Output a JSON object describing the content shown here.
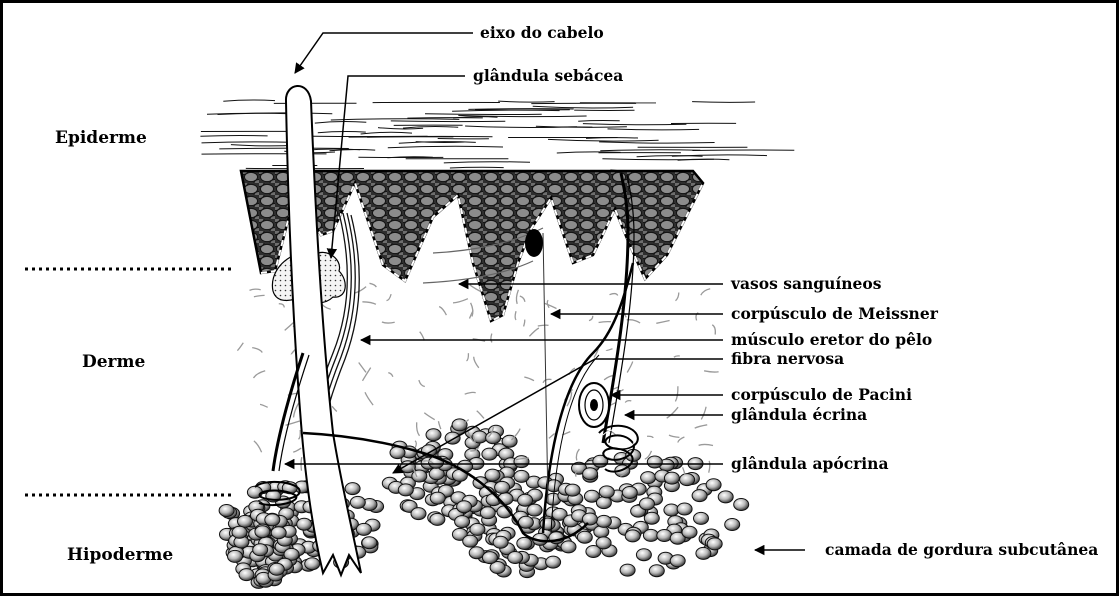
{
  "layers": {
    "epiderme": "Epiderme",
    "derme": "Derme",
    "hipoderme": "Hipoderme"
  },
  "callouts": {
    "eixo_do_cabelo": "eixo do cabelo",
    "glandula_sebacea": "glândula sebácea",
    "vasos_sanguineos": "vasos sanguíneos",
    "corpusculo_meissner": "corpúsculo de Meissner",
    "musculo_eretor": "músculo eretor do pêlo",
    "fibra_nervosa": "fibra nervosa",
    "corpusculo_pacini": "corpúsculo de Pacini",
    "glandula_ecrina": "glândula écrina",
    "glandula_apocrina": "glândula apócrina",
    "camada_gordura": "camada de gordura subcutânea"
  },
  "colors": {
    "ink": "#000000",
    "background": "#ffffff",
    "epidermis_cells": "#3a3a3a",
    "fat_cells": "#7a7a7a"
  }
}
